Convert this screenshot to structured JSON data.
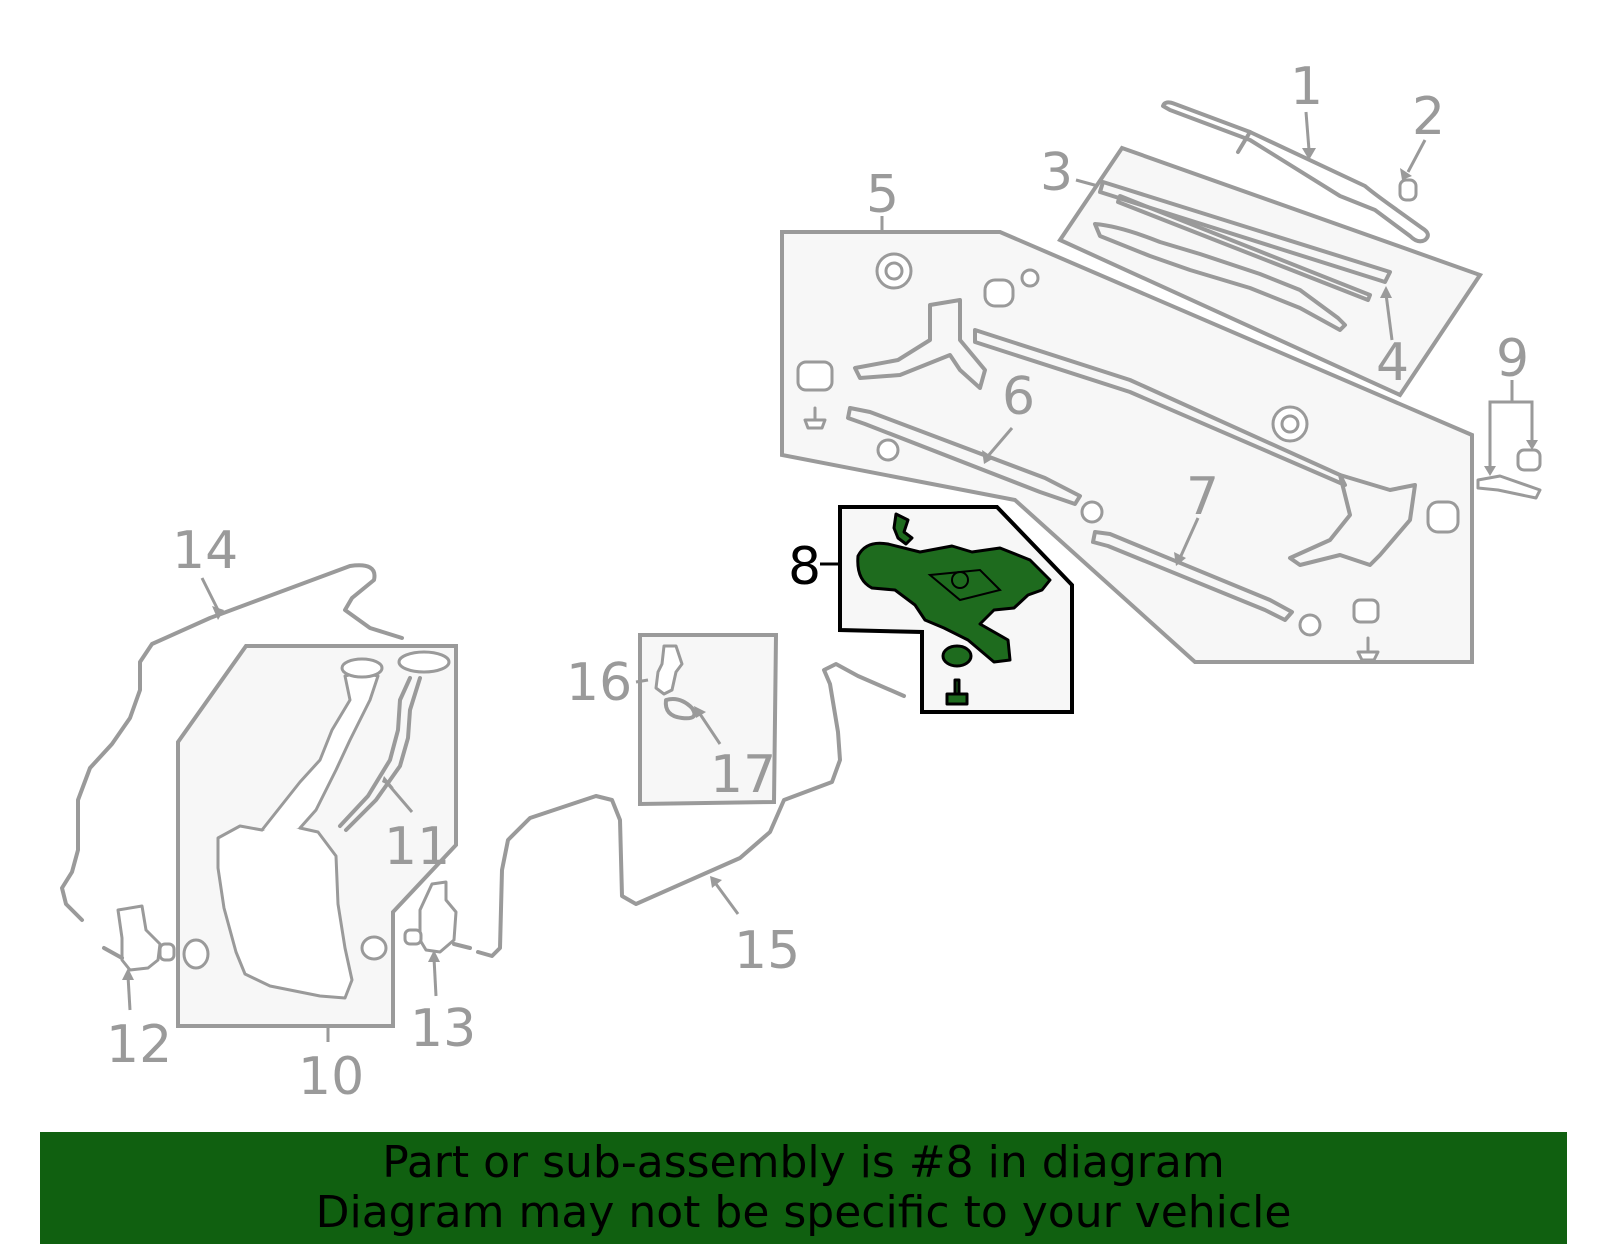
{
  "callouts": [
    {
      "id": "1",
      "label": "1"
    },
    {
      "id": "2",
      "label": "2"
    },
    {
      "id": "3",
      "label": "3"
    },
    {
      "id": "4",
      "label": "4"
    },
    {
      "id": "5",
      "label": "5"
    },
    {
      "id": "6",
      "label": "6"
    },
    {
      "id": "7",
      "label": "7"
    },
    {
      "id": "8",
      "label": "8",
      "highlighted": true
    },
    {
      "id": "9",
      "label": "9"
    },
    {
      "id": "10",
      "label": "10"
    },
    {
      "id": "11",
      "label": "11"
    },
    {
      "id": "12",
      "label": "12"
    },
    {
      "id": "13",
      "label": "13"
    },
    {
      "id": "14",
      "label": "14"
    },
    {
      "id": "15",
      "label": "15"
    },
    {
      "id": "16",
      "label": "16"
    },
    {
      "id": "17",
      "label": "17"
    }
  ],
  "colors": {
    "part_stroke": "#9a9a9a",
    "highlight_part": "#1e6b1e",
    "banner_bg": "#106010",
    "banner_text": "#000000"
  },
  "banner": {
    "line1": "Part or sub-assembly is #8 in diagram",
    "line2": "Diagram may not be specific to your vehicle"
  }
}
